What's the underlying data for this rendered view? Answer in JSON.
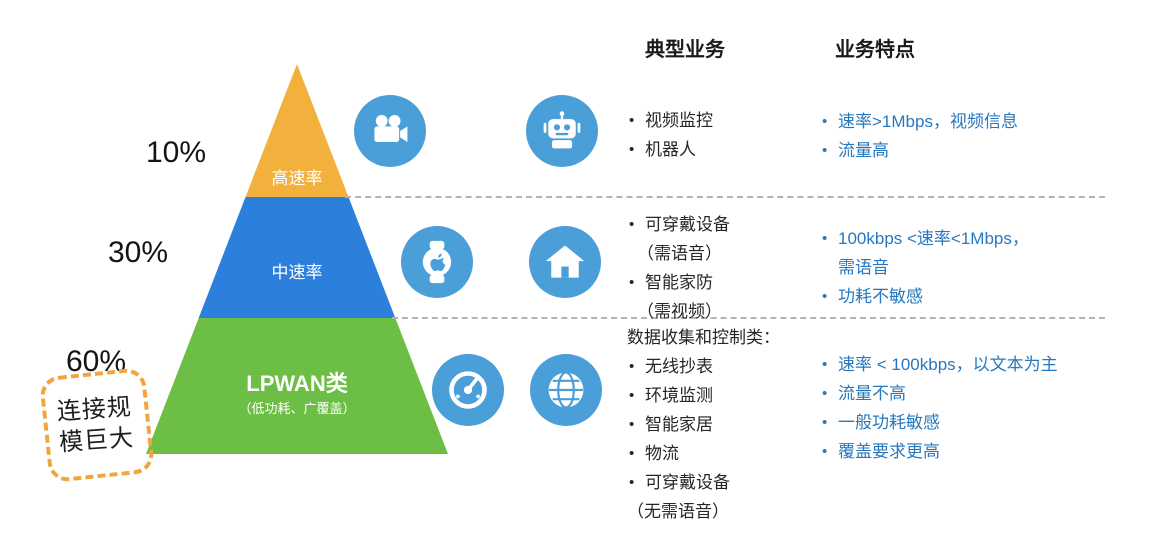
{
  "colors": {
    "tier_high": "#F2B13C",
    "tier_mid": "#2C80DB",
    "tier_low": "#6CBF44",
    "icon_bg": "#4A9FD8",
    "feature_text": "#2778BE",
    "annotation_border": "#F2A53F",
    "divider": "#B3B3B3"
  },
  "pyramid": {
    "tiers": [
      {
        "percent": "10%",
        "label": "高速率"
      },
      {
        "percent": "30%",
        "label": "中速率"
      },
      {
        "percent": "60%",
        "label": "LPWAN类",
        "sublabel": "（低功耗、广覆盖）"
      }
    ],
    "annotation": "连接规模巨大"
  },
  "columns": {
    "typical_header": "典型业务",
    "features_header": "业务特点"
  },
  "icons": {
    "row1": [
      "video-camera",
      "robot"
    ],
    "row2": [
      "smart-watch",
      "smart-home"
    ],
    "row3": [
      "meter-gauge",
      "globe"
    ]
  },
  "rows": [
    {
      "typical": [
        "视频监控",
        "机器人"
      ],
      "features": [
        "速率>1Mbps，视频信息",
        "流量高"
      ]
    },
    {
      "typical": [
        "可穿戴设备",
        "（需语音）",
        "智能家防",
        "（需视频）"
      ],
      "features": [
        "100kbps <速率<1Mbps，",
        "需语音",
        "功耗不敏感"
      ]
    },
    {
      "group_label": "数据收集和控制类：",
      "typical": [
        "无线抄表",
        "环境监测",
        "智能家居",
        "物流",
        "可穿戴设备",
        "（无需语音）"
      ],
      "features": [
        "速率 < 100kbps，以文本为主",
        "流量不高",
        "一般功耗敏感",
        "覆盖要求更高"
      ]
    }
  ]
}
